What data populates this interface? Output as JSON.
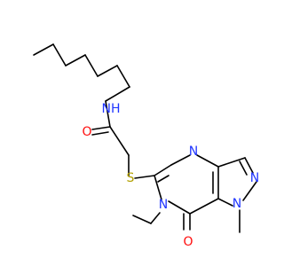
{
  "molecule": {
    "atoms": {
      "nh": {
        "text": "N",
        "sub": "H",
        "color": "#1f35ff"
      },
      "o_amide": {
        "text": "O",
        "color": "#ff0d0d"
      },
      "s": {
        "text": "S",
        "color": "#b2a000"
      },
      "n_pyrimidine": {
        "text": "N",
        "color": "#1f35ff"
      },
      "n_pyrazole2": {
        "text": "N",
        "color": "#1f35ff"
      },
      "n_pyrazole1": {
        "text": "N",
        "color": "#1f35ff"
      },
      "n_ethyl": {
        "text": "N",
        "color": "#1f35ff"
      },
      "o_ketone": {
        "text": "O",
        "color": "#ff0d0d"
      }
    }
  }
}
